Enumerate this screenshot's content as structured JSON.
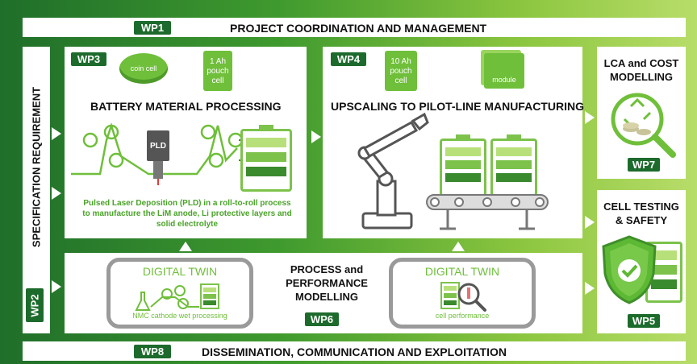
{
  "wp1": {
    "tag": "WP1",
    "title": "PROJECT COORDINATION AND MANAGEMENT"
  },
  "wp2": {
    "tag": "WP2",
    "side_title": "SPECIFICATION REQUIREMENT"
  },
  "wp3": {
    "tag": "WP3",
    "title": "BATTERY MATERIAL PROCESSING",
    "coin_cell": "coin cell",
    "pouch": "1 Ah pouch cell",
    "pld_label": "PLD",
    "caption_lines": [
      "Pulsed Laser Deposition (PLD) in a roll-to-roll process",
      "to manufacture the LiM anode, Li protective layers and",
      "solid electrolyte"
    ]
  },
  "wp4": {
    "tag": "WP4",
    "title": "UPSCALING TO PILOT-LINE MANUFACTURING",
    "pouch": "10 Ah pouch cell",
    "module": "module"
  },
  "wp7": {
    "tag": "WP7",
    "title_lines": [
      "LCA and COST",
      "MODELLING"
    ]
  },
  "wp5": {
    "tag": "WP5",
    "title_lines": [
      "CELL TESTING",
      "& SAFETY"
    ]
  },
  "wp6": {
    "tag": "WP6",
    "title_lines": [
      "PROCESS and",
      "PERFORMANCE",
      "MODELLING"
    ],
    "twin_left": {
      "title": "DIGITAL TWIN",
      "caption": "NMC cathode wet processing"
    },
    "twin_right": {
      "title": "DIGITAL TWIN",
      "caption": "cell performance"
    }
  },
  "wp8": {
    "tag": "WP8",
    "title": "DISSEMINATION, COMMUNICATION AND EXPLOITATION"
  },
  "colors": {
    "dark_green": "#1d6b2c",
    "light_green": "#6fbf3a",
    "accent": "#5db834"
  }
}
